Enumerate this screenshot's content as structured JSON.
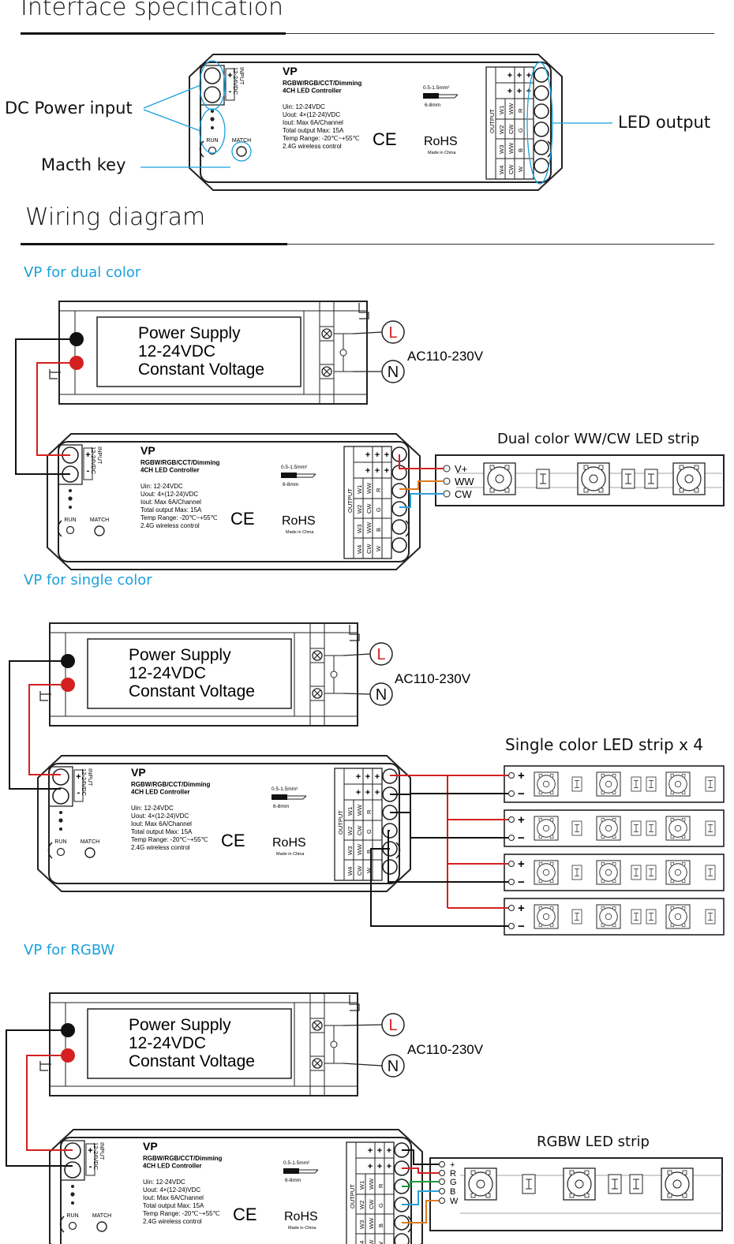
{
  "sections": {
    "interface_title": "Interface specification",
    "wiring_title": "Wiring diagram",
    "dual_color": "VP for dual color",
    "single_color": "VP for single color",
    "rgbw": "VP for RGBW"
  },
  "interface": {
    "dc_power_input": "DC Power input",
    "match_key": "Macth key",
    "led_output": "LED output"
  },
  "controller": {
    "model": "VP",
    "line1": "RGBW/RGB/CCT/Dimming",
    "line2": "4CH LED Controller",
    "spec_uin": "Uin: 12-24VDC",
    "spec_uout": "Uout: 4×(12-24)VDC",
    "spec_iout": "Iout: Max 6A/Channel",
    "spec_total": "Total output Max: 15A",
    "spec_temp": "Temp Range: -20℃~+55℃",
    "spec_wireless": "2.4G wireless control",
    "input_label": "INPUT",
    "input_voltage": "12-24VDC",
    "output_label": "OUTPUT",
    "run": "RUN",
    "match": "MATCH",
    "wire_spec": "0.5-1.5mm²",
    "wire_strip": "6-8mm",
    "ce": "CE",
    "rohs": "RoHS",
    "made_in": "Made in China",
    "plus": "+",
    "minus": "-",
    "ch_row1": [
      "W1",
      "W2",
      "W3",
      "W4"
    ],
    "ch_row2": [
      "WW",
      "CW",
      "WW",
      "CW"
    ],
    "ch_row3": [
      "R",
      "G",
      "B",
      "W"
    ]
  },
  "power_supply": {
    "line1": "Power Supply",
    "line2": "12-24VDC",
    "line3": "Constant Voltage",
    "live": "L",
    "neutral": "N",
    "ac": "AC110-230V"
  },
  "strips": {
    "dual_title": "Dual color WW/CW LED strip",
    "dual_terminals": [
      "V+",
      "WW",
      "CW"
    ],
    "single_title": "Single color LED strip x 4",
    "single_plus": "+",
    "single_minus": "−",
    "rgbw_title": "RGBW LED strip",
    "rgbw_terminals": [
      "+",
      "R",
      "G",
      "B",
      "W"
    ]
  },
  "colors": {
    "accent_blue": "#1aa0dc",
    "wire_red": "#d42020",
    "wire_black": "#111111",
    "wire_orange": "#e07a20",
    "wire_green": "#1a9a3a",
    "wire_blue": "#2aa0d8"
  }
}
